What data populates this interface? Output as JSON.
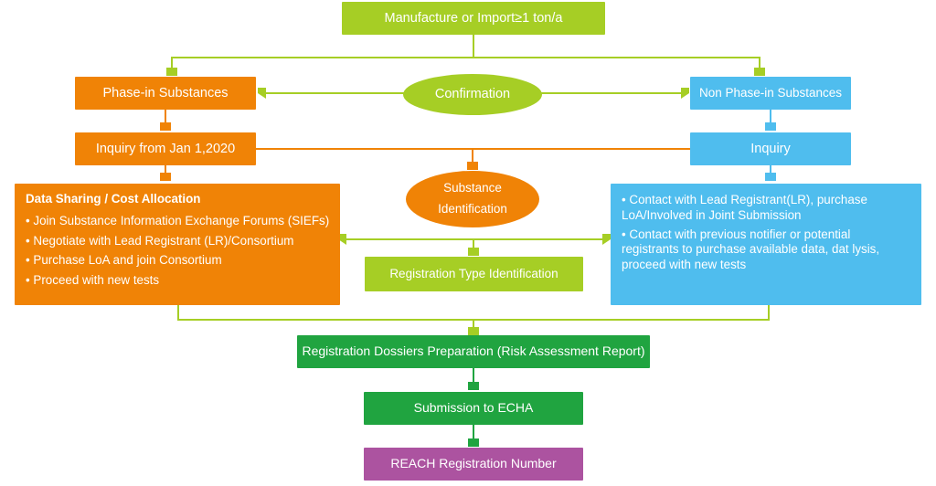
{
  "diagram": {
    "title": "REACH Registration Process Flowchart",
    "colors": {
      "lime": "#A6CE25",
      "orange": "#F08306",
      "blue": "#4FBDEE",
      "green": "#20A440",
      "purple": "#AC53A0",
      "text": "#FFFFFF",
      "background": "#FFFFFF"
    }
  },
  "nodes": {
    "manufacture": {
      "label": "Manufacture or Import≥1 ton/a",
      "shape": "rect",
      "color": "#A6CE25"
    },
    "phase_in": {
      "label": "Phase-in Substances",
      "shape": "rect",
      "color": "#F08306"
    },
    "confirmation": {
      "label": "Confirmation",
      "shape": "ellipse",
      "color": "#A6CE25"
    },
    "non_phase_in": {
      "label": "Non Phase-in Substances",
      "shape": "rect",
      "color": "#4FBDEE"
    },
    "inquiry_2020": {
      "label": "Inquiry from Jan 1,2020",
      "shape": "rect",
      "color": "#F08306"
    },
    "inquiry": {
      "label": "Inquiry",
      "shape": "rect",
      "color": "#4FBDEE"
    },
    "substance_identification": {
      "line1": "Substance",
      "line2": "Identification",
      "shape": "ellipse",
      "color": "#F08306"
    },
    "data_sharing": {
      "heading": "Data Sharing / Cost Allocation",
      "shape": "rect",
      "color": "#F08306",
      "bullets": [
        "• Join Substance Information Exchange Forums (SIEFs)",
        "• Negotiate with Lead Registrant (LR)/Consortium",
        "• Purchase LoA and join Consortium",
        "• Proceed with new tests"
      ]
    },
    "contact_lead_registrant": {
      "shape": "rect",
      "color": "#4FBDEE",
      "paragraphs": [
        "• Contact with Lead Registrant(LR), purchase LoA/Involved in Joint Submission",
        "• Contact with previous notifier or potential registrants to purchase available data, dat lysis, proceed with new tests"
      ]
    },
    "registration_type": {
      "label": "Registration Type Identification",
      "shape": "rect",
      "color": "#A6CE25"
    },
    "dossier_preparation": {
      "label": "Registration Dossiers Preparation (Risk Assessment Report)",
      "shape": "rect",
      "color": "#20A440"
    },
    "submission_echa": {
      "label": "Submission to ECHA",
      "shape": "rect",
      "color": "#20A440"
    },
    "reach_number": {
      "label": "REACH Registration Number",
      "shape": "rect",
      "color": "#AC53A0"
    }
  },
  "edges": [
    {
      "from": "manufacture",
      "to": "phase_in",
      "color": "#A6CE25"
    },
    {
      "from": "manufacture",
      "to": "non_phase_in",
      "color": "#A6CE25"
    },
    {
      "from": "confirmation",
      "to": "phase_in",
      "color": "#A6CE25"
    },
    {
      "from": "confirmation",
      "to": "non_phase_in",
      "color": "#A6CE25"
    },
    {
      "from": "phase_in",
      "to": "inquiry_2020",
      "color": "#F08306"
    },
    {
      "from": "non_phase_in",
      "to": "inquiry",
      "color": "#4FBDEE"
    },
    {
      "from": "inquiry_2020",
      "to": "substance_identification",
      "color": "#F08306"
    },
    {
      "from": "inquiry_2020",
      "to": "data_sharing",
      "color": "#F08306"
    },
    {
      "from": "inquiry",
      "to": "contact_lead_registrant",
      "color": "#4FBDEE"
    },
    {
      "from": "substance_identification",
      "to": "registration_type",
      "color": "#A6CE25"
    },
    {
      "from": "data_sharing",
      "to": "contact_lead_registrant",
      "color": "#A6CE25",
      "bidirectional": true
    },
    {
      "from": "data_sharing",
      "to": "dossier_preparation",
      "color": "#A6CE25"
    },
    {
      "from": "contact_lead_registrant",
      "to": "dossier_preparation",
      "color": "#A6CE25"
    },
    {
      "from": "dossier_preparation",
      "to": "submission_echa",
      "color": "#20A440"
    },
    {
      "from": "submission_echa",
      "to": "reach_number",
      "color": "#20A440"
    }
  ]
}
